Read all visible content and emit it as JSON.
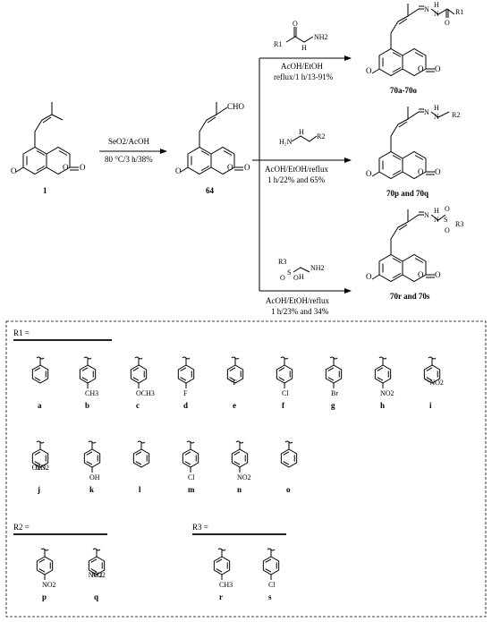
{
  "reagents": {
    "step1": {
      "line1": "SeO2/AcOH",
      "line2": "80 °C/3 h/38%"
    },
    "branch_a": {
      "line1": "AcOH/EtOH",
      "line2": "reflux/1 h/13-91%"
    },
    "branch_b": {
      "line1": "AcOH/EtOH/reflux",
      "line2": "1 h/22% and 65%"
    },
    "branch_c": {
      "line1": "AcOH/EtOH/reflux",
      "line2": "1 h/23% and 34%"
    }
  },
  "compounds": {
    "start": "1",
    "aldehyde": "64",
    "product_a": "70a-70o",
    "product_b": "70p and 70q",
    "product_c": "70r and 70s"
  },
  "atoms": {
    "aldehyde_group": "CHO",
    "nh2": "NH2",
    "nh": "NH",
    "n": "N",
    "h": "H",
    "o": "O",
    "s": "S",
    "r1": "R1",
    "r2": "R2",
    "r3": "R3"
  },
  "legend": {
    "r1_header": "R1 =",
    "r2_header": "R2 =",
    "r3_header": "R3 =",
    "r1_items": [
      {
        "letter": "a",
        "sub": ""
      },
      {
        "letter": "b",
        "sub": "CH3"
      },
      {
        "letter": "c",
        "sub": "OCH3"
      },
      {
        "letter": "d",
        "sub": "F"
      },
      {
        "letter": "e",
        "sub": "F"
      },
      {
        "letter": "f",
        "sub": "Cl"
      },
      {
        "letter": "g",
        "sub": "Br"
      },
      {
        "letter": "h",
        "sub": "NO2"
      },
      {
        "letter": "i",
        "sub": "NO2"
      },
      {
        "letter": "j",
        "sub": "O2N, NO2"
      },
      {
        "letter": "k",
        "sub": "OH"
      },
      {
        "letter": "l",
        "sub": ""
      },
      {
        "letter": "m",
        "sub": "Cl"
      },
      {
        "letter": "n",
        "sub": "NO2"
      },
      {
        "letter": "o",
        "sub": ""
      }
    ],
    "r2_items": [
      {
        "letter": "p",
        "sub": "NO2"
      },
      {
        "letter": "q",
        "sub": "NO2, NO2"
      }
    ],
    "r3_items": [
      {
        "letter": "r",
        "sub": "CH3"
      },
      {
        "letter": "s",
        "sub": "Cl"
      }
    ]
  }
}
